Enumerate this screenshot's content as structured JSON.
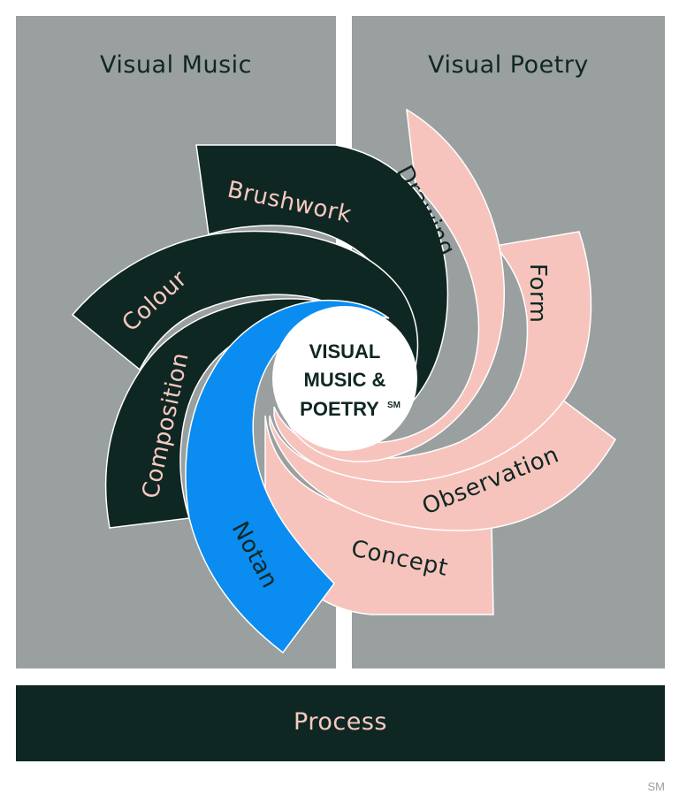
{
  "panels": {
    "left_title": "Visual Music",
    "right_title": "Visual Poetry"
  },
  "center": {
    "line1": "VISUAL",
    "line2": "MUSIC &",
    "line3": "POETRY",
    "superscript": "SM"
  },
  "petals": [
    {
      "label": "Brushwork",
      "color": "#0f2723",
      "text_color": "#f7c9c0"
    },
    {
      "label": "Colour",
      "color": "#0f2723",
      "text_color": "#f7c9c0"
    },
    {
      "label": "Composition",
      "color": "#0f2723",
      "text_color": "#f7c9c0"
    },
    {
      "label": "Notan",
      "color": "#0a8cf0",
      "text_color": "#0f2723"
    },
    {
      "label": "Drawing",
      "color": "#f7c4bd",
      "text_color": "#0f2723"
    },
    {
      "label": "Form",
      "color": "#f7c4bd",
      "text_color": "#0f2723"
    },
    {
      "label": "Observation",
      "color": "#f7c4bd",
      "text_color": "#0f2723"
    },
    {
      "label": "Concept",
      "color": "#f7c4bd",
      "text_color": "#0f2723"
    }
  ],
  "process": {
    "label": "Process"
  },
  "footer_mark": "SM"
}
